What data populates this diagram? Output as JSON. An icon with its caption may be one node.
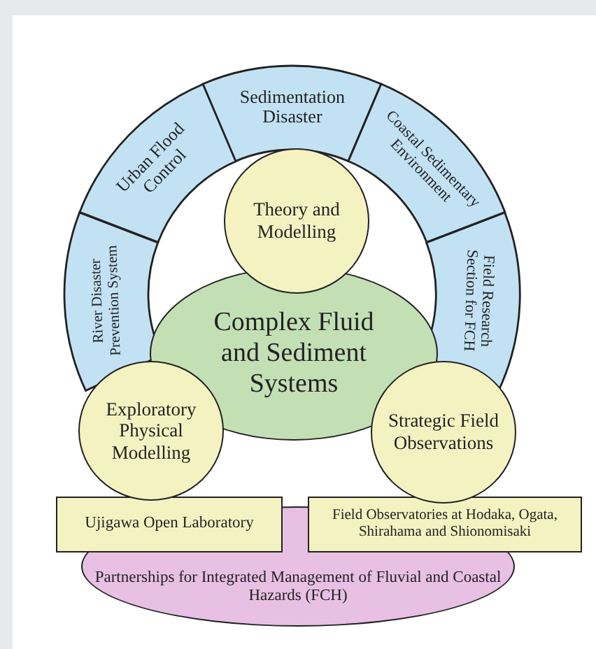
{
  "diagram": {
    "nodes": [
      {
        "text": [
          "River Disaster Prevention System"
        ]
      },
      {
        "text": [
          "Urban Flood Control"
        ]
      },
      {
        "text": [
          "Sedimentation Disaster"
        ]
      },
      {
        "text": [
          "Coastal Sedimentary Environment"
        ]
      },
      {
        "text": [
          "Field Research Section for FCH"
        ]
      },
      {
        "text": [
          "Theory and Modelling"
        ]
      },
      {
        "text": [
          "Complex Fluid and Sediment Systems"
        ]
      },
      {
        "text": [
          "Exploratory Physical Modelling"
        ]
      },
      {
        "text": [
          "Strategic Field Observations"
        ]
      },
      {
        "text": [
          "Ujigawa Open Laboratory"
        ]
      },
      {
        "text": [
          "Field Observatories at Hodaka, Ogata, Shirahama and Shionomisaki"
        ]
      },
      {
        "text": [
          "Partnerships for Integrated Management of Fluvial and Coastal Hazards (FCH)"
        ]
      }
    ]
  }
}
